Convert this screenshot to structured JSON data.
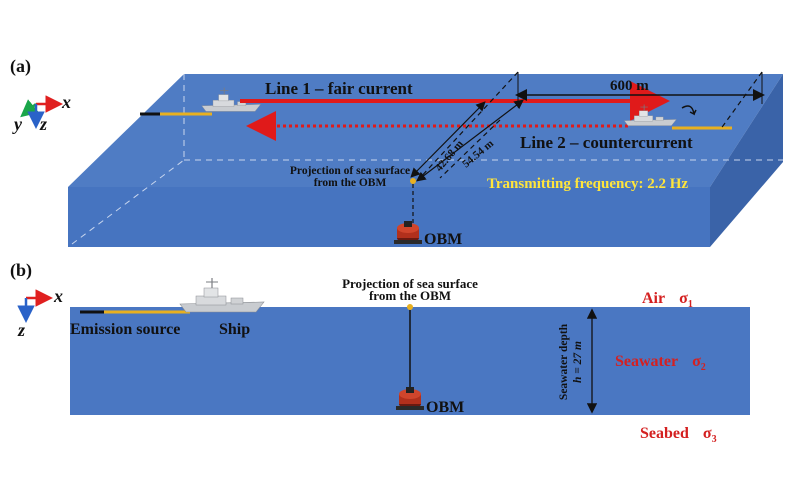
{
  "panel_a": {
    "label": "(a)",
    "axes": {
      "x": "x",
      "y": "y",
      "z": "z"
    },
    "line1": "Line 1 – fair current",
    "line2": "Line 2 – countercurrent",
    "distance": "600 m",
    "dist_short": "42.68 m",
    "dist_long": "54.54 m",
    "projection": [
      "Projection of sea surface",
      "from the OBM"
    ],
    "frequency": "Transmitting frequency: 2.2 Hz",
    "obm": "OBM"
  },
  "panel_b": {
    "label": "(b)",
    "axes": {
      "x": "x",
      "z": "z"
    },
    "projection": [
      "Projection of sea surface",
      "from the OBM"
    ],
    "emission": "Emission source",
    "ship": "Ship",
    "obm": "OBM",
    "depth": [
      "Seawater depth",
      "h = 27 m"
    ],
    "air": "Air",
    "sigma1": "σ",
    "sigma1_sub": "1",
    "seawater": "Seawater",
    "sigma2": "σ",
    "sigma2_sub": "2",
    "seabed": "Seabed",
    "sigma3": "σ",
    "sigma3_sub": "3"
  },
  "colors": {
    "sea_top": "#4f7cc4",
    "sea_front": "#4674c0",
    "sea_side": "#3a63a8",
    "line1": "#e01a1a",
    "label_red": "#d42020",
    "frequency": "#ffe53b",
    "cable": "#e8b020",
    "obm": "#b2301c"
  },
  "icons": [
    "ship-icon",
    "obm-icon",
    "coordinate-axes-icon"
  ]
}
